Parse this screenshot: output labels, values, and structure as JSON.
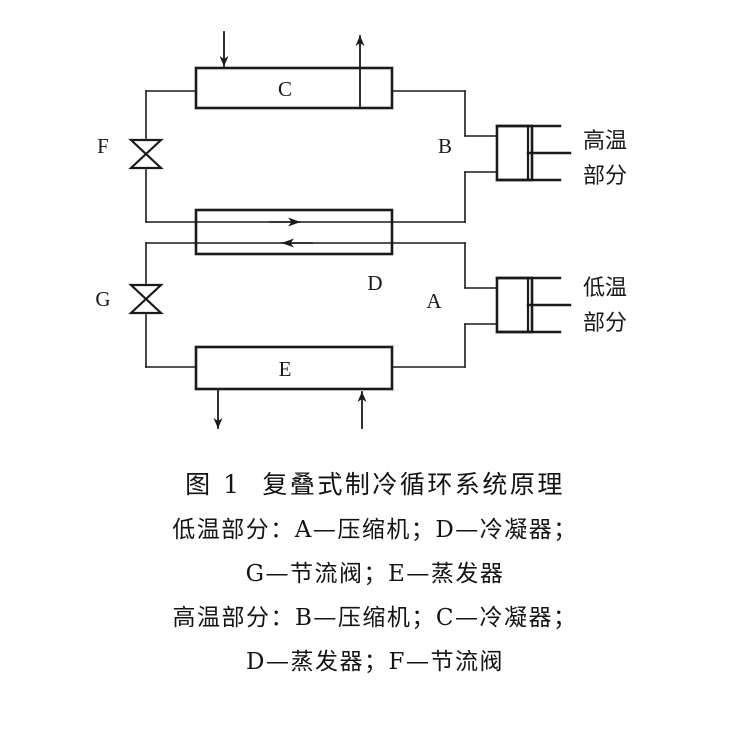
{
  "figure": {
    "components": {
      "condenser_high": "C",
      "evaporator_low": "E",
      "cascade_exchanger": "D",
      "compressor_high": "B",
      "compressor_low": "A",
      "valve_high": "F",
      "valve_low": "G"
    },
    "side_labels": {
      "high_temp_line1": "高温",
      "high_temp_line2": "部分",
      "low_temp_line1": "低温",
      "low_temp_line2": "部分"
    },
    "colors": {
      "line": "#1a1a1a",
      "background": "#ffffff",
      "text": "#141414"
    }
  },
  "caption": {
    "title": "图 1  复叠式制冷循环系统原理",
    "lines": [
      "低温部分：A—压缩机；D—冷凝器；",
      "G—节流阀；E—蒸发器",
      "高温部分：B—压缩机；C—冷凝器；",
      "D—蒸发器；F—节流阀"
    ]
  }
}
